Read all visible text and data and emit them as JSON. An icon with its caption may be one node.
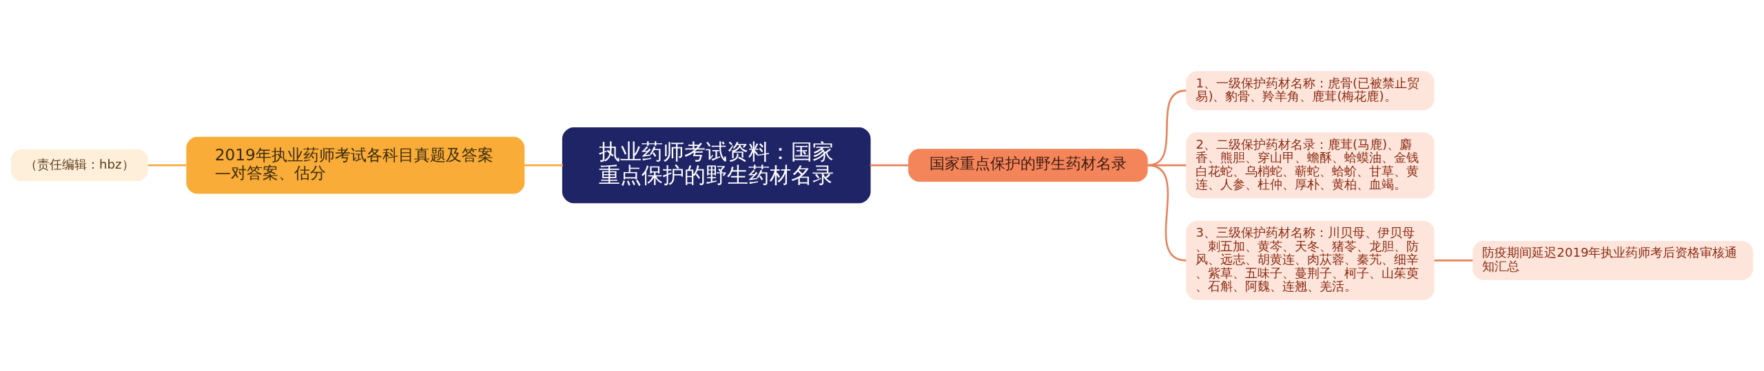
{
  "diagram": {
    "nodes": [
      {
        "text": [
          "执业药师考试资料：国家重点保护的野生药材名录"
        ]
      },
      {
        "text": [
          "2019年执业药师考试各科目真题及答案—对答案、估分"
        ]
      },
      {
        "text": [
          "（责任编辑：hbz）"
        ]
      },
      {
        "text": [
          "国家重点保护的野生药材名录"
        ]
      },
      {
        "text": [
          "1、一级保护药材名称：虎骨(已被禁止贸易)、豹骨、羚羊角、鹿茸(梅花鹿)。"
        ]
      },
      {
        "text": [
          "2、二级保护药材名录：鹿茸(马鹿)、麝香、熊胆、穿山甲、蟾酥、蛤蟆油、金钱白花蛇、乌梢蛇、蕲蛇、蛤蚧、甘草、黄连、人参、杜仲、厚朴、黄柏、血竭。"
        ]
      },
      {
        "text": [
          "3、三级保护药材名称：川贝母、伊贝母、刺五加、黄芩、天冬、猪苓、龙胆、防风、远志、胡黄连、肉苁蓉、秦艽、细辛、紫草、五味子、蔓荆子、柯子、山茱萸、石斛、阿魏、连翘、羌活。"
        ]
      },
      {
        "text": [
          "防疫期间延迟2019年执业药师考后资格审核通知汇总"
        ]
      }
    ],
    "edges": [
      {
        "from": 2,
        "to": 1,
        "arrow": "none",
        "color": "#f5ac3c"
      },
      {
        "from": 1,
        "to": 0,
        "arrow": "none",
        "color": "#f5ac3c"
      },
      {
        "from": 0,
        "to": 3,
        "arrow": "none"
      },
      {
        "from": 3,
        "to": 4,
        "arrow": "none"
      },
      {
        "from": 3,
        "to": 5,
        "arrow": "none"
      },
      {
        "from": 3,
        "to": 6,
        "arrow": "none"
      },
      {
        "from": 6,
        "to": 7,
        "arrow": "none"
      }
    ]
  }
}
